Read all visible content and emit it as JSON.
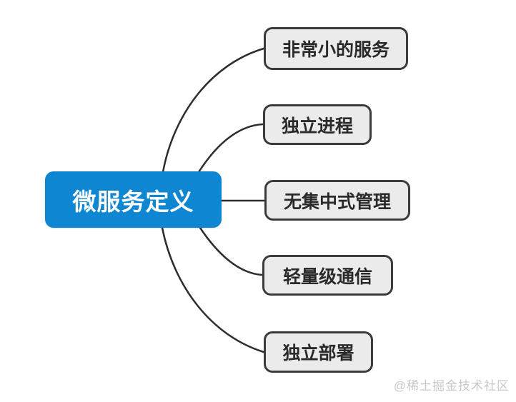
{
  "page": {
    "background": "#ffffff",
    "watermark": "@稀土掘金技术社区",
    "watermark_color": "#c8c8c8"
  },
  "mindmap": {
    "root": {
      "label": "微服务定义",
      "bg": "#0f86d1",
      "text_color": "#ffffff"
    },
    "children": [
      {
        "label": "非常小的服务"
      },
      {
        "label": "独立进程"
      },
      {
        "label": "无集中式管理"
      },
      {
        "label": "轻量级通信"
      },
      {
        "label": "独立部署"
      }
    ],
    "style": {
      "child_bg": "#ebebeb",
      "child_border": "#3b3b3b",
      "child_text": "#2a2a2a",
      "connector_color": "#2d2d2d"
    }
  }
}
